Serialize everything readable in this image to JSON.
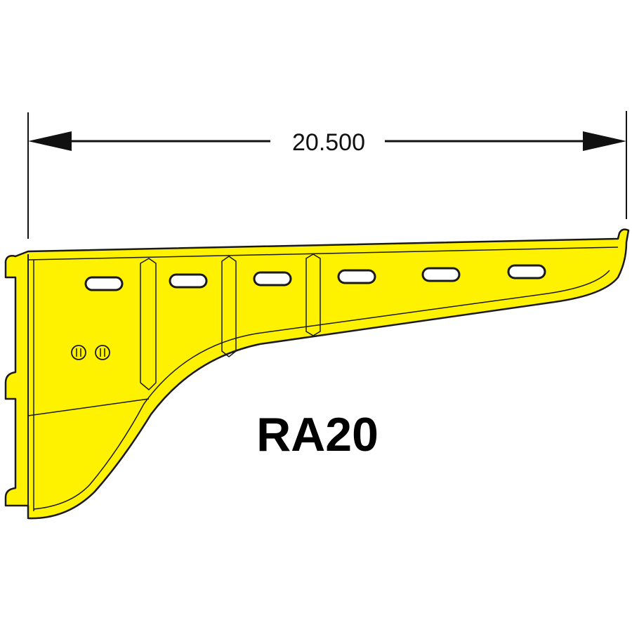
{
  "dimension": {
    "value_text": "20.500"
  },
  "product": {
    "model": "RA20"
  },
  "colors": {
    "bracket_fill": "#FFF200",
    "outline": "#1a1a1a",
    "slot_fill": "#FFFFFF",
    "dimension_line": "#111111"
  },
  "slots": {
    "count": 6
  },
  "bolts": {
    "count": 2
  }
}
